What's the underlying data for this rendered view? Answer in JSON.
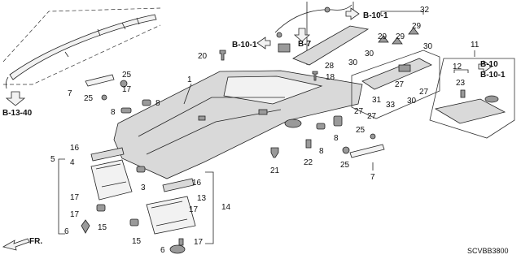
{
  "callouts": {
    "c1": "1",
    "c3": "3",
    "c4": "4",
    "c5": "5",
    "c6a": "6",
    "c6b": "6",
    "c7a": "7",
    "c7b": "7",
    "c8a": "8",
    "c8b": "8",
    "c8c": "8",
    "c8d": "8",
    "c11": "11",
    "c12": "12",
    "c13": "13",
    "c14": "14",
    "c15a": "15",
    "c15b": "15",
    "c16a": "16",
    "c16b": "16",
    "c17a": "17",
    "c17b": "17",
    "c17c": "17",
    "c17d": "17",
    "c18": "18",
    "c20": "20",
    "c21": "21",
    "c22": "22",
    "c23": "23",
    "c25a": "25",
    "c25b": "25",
    "c25c": "25",
    "c25d": "25",
    "c27a": "27",
    "c27b": "27",
    "c27c": "27",
    "c27d": "27",
    "c28": "28",
    "c29a": "29",
    "c29b": "29",
    "c29c": "29",
    "c30a": "30",
    "c30b": "30",
    "c30c": "30",
    "c30d": "30",
    "c31": "31",
    "c32": "32",
    "c33": "33"
  },
  "refs": {
    "b13_40": "B-13-40",
    "b10_1_top": "B-10-1",
    "b10_1_left": "B-10-1",
    "b7": "B-7",
    "b10": "B-10",
    "b10_1_right": "B-10-1",
    "fr": "FR."
  },
  "footer": {
    "code": "SCVBB3800"
  }
}
